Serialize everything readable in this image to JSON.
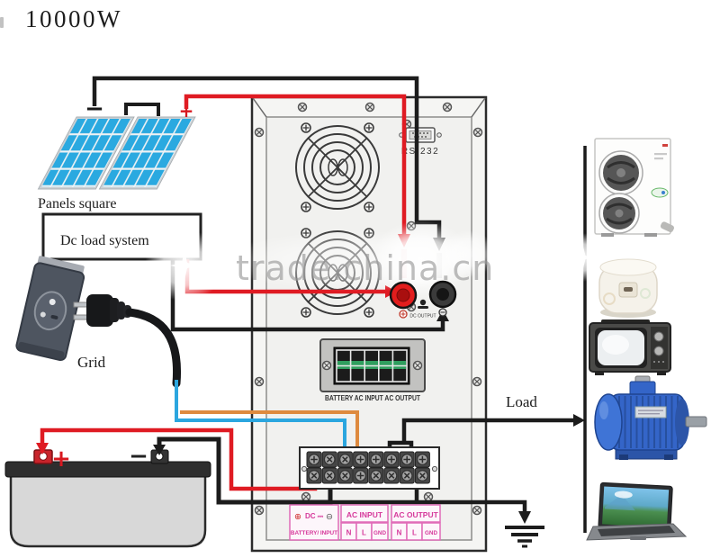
{
  "title": "10000W",
  "watermark": "trade.china.cn",
  "labels": {
    "panels_square": "Panels square",
    "dc_load_system": "Dc load system",
    "grid": "Grid",
    "load": "Load",
    "rs232": "RS 232",
    "dc_output": "DC OUTPUT",
    "display_caption": "BATTERY  AC INPUT  AC OUTPUT"
  },
  "polarity": {
    "panel_minus": "−",
    "panel_plus": "+",
    "battery_plus": "+",
    "battery_minus": "−"
  },
  "terminal_panel": {
    "battery_input": {
      "line1_plus": "⊕",
      "line1_mid": "DC ⎓",
      "line1_minus": "⊖",
      "line2": "BATTERY/ INPUT"
    },
    "ac_input": {
      "header": "AC INPUT",
      "cells": [
        "N",
        "L",
        "GND"
      ]
    },
    "ac_output": {
      "header": "AC OUTPUT",
      "cells": [
        "N",
        "L",
        "GND"
      ]
    }
  },
  "appliances": [
    {
      "name": "air-conditioner"
    },
    {
      "name": "rice-cooker"
    },
    {
      "name": "tv"
    },
    {
      "name": "motor"
    },
    {
      "name": "laptop"
    }
  ],
  "colors": {
    "wire_red": "#df1b23",
    "wire_black": "#1c1c1c",
    "wire_blue": "#2ba6df",
    "wire_orange": "#de8a3e",
    "panel_cell_blue": "#2aa9e0",
    "label_pink": "#d6399b",
    "display_green": "#2f9e5e",
    "motor_blue": "#3465c8"
  }
}
